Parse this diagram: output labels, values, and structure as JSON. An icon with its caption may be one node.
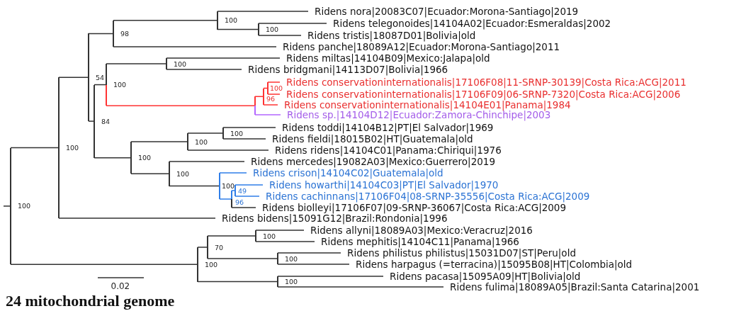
{
  "diagram": {
    "caption": "24 mitochondrial genome",
    "nodes": [
      {
        "text": [
          "100"
        ]
      },
      {
        "text": [
          "100"
        ]
      },
      {
        "text": [
          "54"
        ]
      },
      {
        "text": [
          "98"
        ]
      },
      {
        "text": [
          "100"
        ]
      },
      {
        "text": [
          "Ridens nora|20083C07|Ecuador:Morona-Santiago|2019"
        ]
      },
      {
        "text": [
          "100"
        ]
      },
      {
        "text": [
          "Ridens telegonoides|14104A02|Ecuador:Esmeraldas|2002"
        ]
      },
      {
        "text": [
          "Ridens tristis|18087D01|Bolivia|old"
        ]
      },
      {
        "text": [
          "Ridens panche|18089A12|Ecuador:Morona-Santiago|2011"
        ]
      },
      {
        "text": [
          "84"
        ]
      },
      {
        "text": [
          "100"
        ]
      },
      {
        "text": [
          "100"
        ]
      },
      {
        "text": [
          "Ridens miltas|14104B09|Mexico:Jalapa|old"
        ]
      },
      {
        "text": [
          "Ridens bridgmani|14113D07|Bolivia|1966"
        ]
      },
      {
        "text": [],
        "shape": "bar"
      },
      {
        "text": [
          "96"
        ]
      },
      {
        "text": [
          "100"
        ]
      },
      {
        "text": [
          "Ridens conservationinternationalis|17106F08|11-SRNP-30139|Costa Rica:ACG|2011"
        ]
      },
      {
        "text": [
          "Ridens conservationinternationalis|17106F09|06-SRNP-7320|Costa Rica:ACG|2006"
        ]
      },
      {
        "text": [
          "Ridens conservationinternationalis|14104E01|Panama|1984"
        ]
      },
      {
        "text": [
          "Ridens sp.|14104D12|Ecuador:Zamora-Chinchipe|2003"
        ]
      },
      {
        "text": [
          "100"
        ]
      },
      {
        "text": [
          "100"
        ]
      },
      {
        "text": [
          "100"
        ]
      },
      {
        "text": [
          "Ridens toddi|14104B12|PT|El Salvador|1969"
        ]
      },
      {
        "text": [
          "Ridens fieldi|18015B02|HT|Guatemala|old"
        ]
      },
      {
        "text": [
          "Ridens ridens|14104C01|Panama:Chiriqui|1976"
        ]
      },
      {
        "text": [
          "100"
        ]
      },
      {
        "text": [
          "Ridens mercedes|19082A03|Mexico:Guerrero|2019"
        ]
      },
      {
        "text": [
          "100"
        ]
      },
      {
        "text": [
          "Ridens crison|14104C02|Guatemala|old"
        ]
      },
      {
        "text": [
          "96"
        ]
      },
      {
        "text": [
          "49"
        ]
      },
      {
        "text": [
          "Ridens howarthi|14104C03|PT|El Salvador|1970"
        ]
      },
      {
        "text": [
          "Ridens cachinnans|17106F04|08-SRNP-35556|Costa Rica:ACG|2009"
        ]
      },
      {
        "text": [
          "Ridens biolleyi|17106F07|09-SRNP-36067|Costa Rica:ACG|2009"
        ]
      },
      {
        "text": [
          "Ridens bidens|15091G12|Brazil:Rondonia|1996"
        ]
      },
      {
        "text": [
          "100"
        ]
      },
      {
        "text": [
          "70"
        ]
      },
      {
        "text": [
          "100"
        ]
      },
      {
        "text": [
          "Ridens allyni|18089A03|Mexico:Veracruz|2016"
        ]
      },
      {
        "text": [
          "Ridens mephitis|14104C11|Panama|1966"
        ]
      },
      {
        "text": [
          "100"
        ]
      },
      {
        "text": [
          "Ridens philistus philistus|15031D07|ST|Peru|old"
        ]
      },
      {
        "text": [
          "Ridens harpagus (=terracina)|15095B08|HT|Colombia|old"
        ]
      },
      {
        "text": [
          "100"
        ]
      },
      {
        "text": [
          "Ridens pacasa|15095A09|HT|Bolivia|old"
        ]
      },
      {
        "text": [
          "Ridens fulima|18089A05|Brazil:Santa Catarina|2001"
        ]
      }
    ],
    "edges": [
      {
        "from": null,
        "to": 0,
        "arrow": "none"
      },
      {
        "from": 0,
        "to": 1,
        "arrow": "none"
      },
      {
        "from": 0,
        "to": 38,
        "arrow": "none"
      },
      {
        "from": 1,
        "to": 2,
        "arrow": "none"
      },
      {
        "from": 1,
        "to": 37,
        "arrow": "none"
      },
      {
        "from": 2,
        "to": 3,
        "arrow": "none"
      },
      {
        "from": 2,
        "to": 10,
        "arrow": "none"
      },
      {
        "from": 3,
        "to": 4,
        "arrow": "none"
      },
      {
        "from": 3,
        "to": 9,
        "arrow": "none"
      },
      {
        "from": 4,
        "to": 5,
        "arrow": "none"
      },
      {
        "from": 4,
        "to": 6,
        "arrow": "none"
      },
      {
        "from": 6,
        "to": 7,
        "arrow": "none"
      },
      {
        "from": 6,
        "to": 8,
        "arrow": "none"
      },
      {
        "from": 10,
        "to": 11,
        "arrow": "none"
      },
      {
        "from": 10,
        "to": 22,
        "arrow": "none"
      },
      {
        "from": 11,
        "to": 12,
        "arrow": "none"
      },
      {
        "from": 11,
        "to": 15,
        "arrow": "none",
        "color": "#ff3333"
      },
      {
        "from": 12,
        "to": 13,
        "arrow": "none"
      },
      {
        "from": 12,
        "to": 14,
        "arrow": "none"
      },
      {
        "from": 15,
        "to": 16,
        "arrow": "none",
        "color": "#ff3333"
      },
      {
        "from": 15,
        "to": 21,
        "arrow": "none",
        "color": "#b366ff"
      },
      {
        "from": 16,
        "to": 17,
        "arrow": "none",
        "color": "#ff3333"
      },
      {
        "from": 16,
        "to": 20,
        "arrow": "none",
        "color": "#ff3333"
      },
      {
        "from": 17,
        "to": 18,
        "arrow": "none",
        "color": "#ff3333"
      },
      {
        "from": 17,
        "to": 19,
        "arrow": "none",
        "color": "#ff3333"
      },
      {
        "from": 22,
        "to": 23,
        "arrow": "none"
      },
      {
        "from": 22,
        "to": 28,
        "arrow": "none"
      },
      {
        "from": 23,
        "to": 24,
        "arrow": "none"
      },
      {
        "from": 23,
        "to": 27,
        "arrow": "none"
      },
      {
        "from": 24,
        "to": 25,
        "arrow": "none"
      },
      {
        "from": 24,
        "to": 26,
        "arrow": "none"
      },
      {
        "from": 28,
        "to": 29,
        "arrow": "none"
      },
      {
        "from": 28,
        "to": 30,
        "arrow": "none"
      },
      {
        "from": 30,
        "to": 31,
        "arrow": "none",
        "color": "#2f7ee8"
      },
      {
        "from": 30,
        "to": 32,
        "arrow": "none",
        "color": "#2f7ee8"
      },
      {
        "from": 32,
        "to": 33,
        "arrow": "none",
        "color": "#2f7ee8"
      },
      {
        "from": 32,
        "to": 36,
        "arrow": "none"
      },
      {
        "from": 33,
        "to": 34,
        "arrow": "none",
        "color": "#2f7ee8"
      },
      {
        "from": 33,
        "to": 35,
        "arrow": "none",
        "color": "#2f7ee8"
      },
      {
        "from": 38,
        "to": 39,
        "arrow": "none"
      },
      {
        "from": 38,
        "to": 46,
        "arrow": "none"
      },
      {
        "from": 39,
        "to": 40,
        "arrow": "none"
      },
      {
        "from": 39,
        "to": 43,
        "arrow": "none"
      },
      {
        "from": 40,
        "to": 41,
        "arrow": "none"
      },
      {
        "from": 40,
        "to": 42,
        "arrow": "none"
      },
      {
        "from": 43,
        "to": 44,
        "arrow": "none"
      },
      {
        "from": 43,
        "to": 45,
        "arrow": "none"
      },
      {
        "from": 46,
        "to": 47,
        "arrow": "none"
      },
      {
        "from": 46,
        "to": 48,
        "arrow": "none"
      }
    ],
    "labels": [
      "0.02"
    ]
  }
}
